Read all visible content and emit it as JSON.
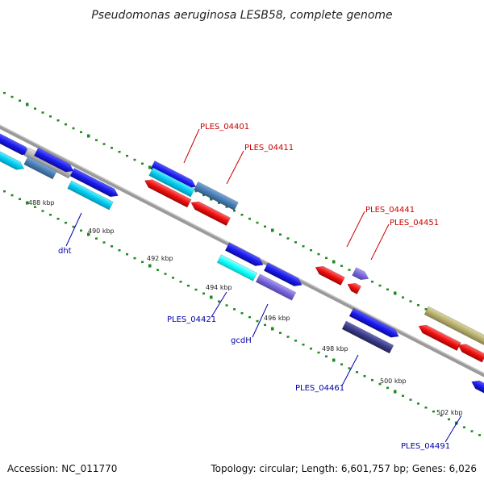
{
  "title": "Pseudomonas aeruginosa LESB58, complete genome",
  "footer": {
    "accession": "Accession: NC_011770",
    "topology": "Topology: circular; Length: 6,601,757 bp; Genes: 6,026"
  },
  "colors": {
    "background": "#ffffff",
    "backbone": "#8a8a8a",
    "tick": "#1f8a1f",
    "forward_label": "#cc0000",
    "reverse_label": "#0000aa"
  },
  "kbp_labels": [
    "488 kbp",
    "490 kbp",
    "492 kbp",
    "494 kbp",
    "496 kbp",
    "498 kbp",
    "500 kbp",
    "502 kbp"
  ],
  "gene_labels": [
    {
      "text": "PLES_04401",
      "strand": "forward"
    },
    {
      "text": "PLES_04411",
      "strand": "forward"
    },
    {
      "text": "PLES_04441",
      "strand": "forward"
    },
    {
      "text": "PLES_04451",
      "strand": "forward"
    },
    {
      "text": "dht",
      "strand": "reverse"
    },
    {
      "text": "PLES_04421",
      "strand": "reverse"
    },
    {
      "text": "gcdH",
      "strand": "reverse"
    },
    {
      "text": "PLES_04461",
      "strand": "reverse"
    },
    {
      "text": "PLES_04491",
      "strand": "reverse"
    }
  ],
  "feature_colors": {
    "blue": "#1a1aee",
    "cyan": "#00ccee",
    "steel": "#4a7fb5",
    "grey": "#b8b8b8",
    "red": "#ee1111",
    "lavender": "#7766dd",
    "navy": "#3a3a88",
    "olive": "#b8b070",
    "aqua": "#11ffff"
  }
}
